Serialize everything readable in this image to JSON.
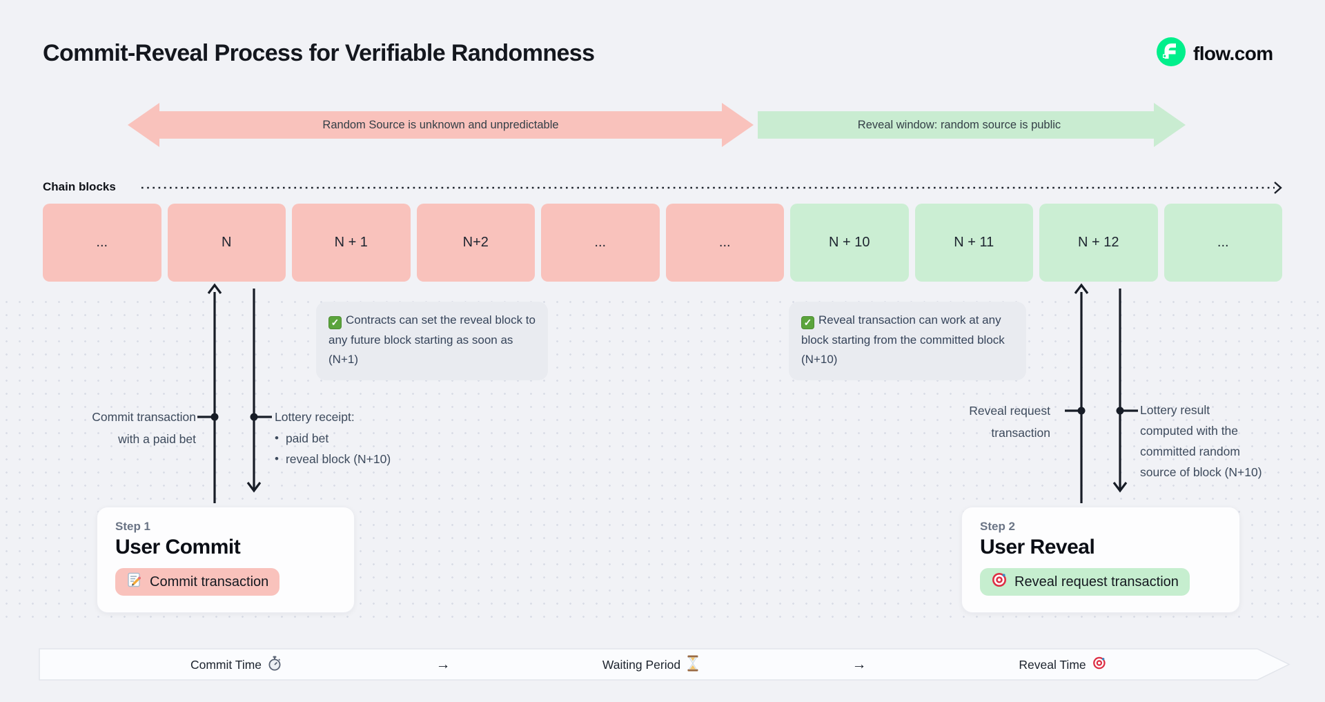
{
  "header": {
    "title": "Commit-Reveal Process for Verifiable Randomness",
    "brand": "flow.com"
  },
  "banners": {
    "unknown_label": "Random Source is unknown and unpredictable",
    "reveal_label": "Reveal window: random source is public"
  },
  "chain": {
    "label": "Chain blocks",
    "blocks": [
      {
        "label": "...",
        "tone": "pink"
      },
      {
        "label": "N",
        "tone": "pink"
      },
      {
        "label": "N + 1",
        "tone": "pink"
      },
      {
        "label": "N+2",
        "tone": "pink"
      },
      {
        "label": "...",
        "tone": "pink"
      },
      {
        "label": "...",
        "tone": "pink"
      },
      {
        "label": "N + 10",
        "tone": "green"
      },
      {
        "label": "N + 11",
        "tone": "green"
      },
      {
        "label": "N + 12",
        "tone": "green"
      },
      {
        "label": "...",
        "tone": "green"
      }
    ]
  },
  "notes": {
    "left": {
      "icon": "check-icon",
      "text": "Contracts can set the reveal block to any future block starting as soon as (N+1)"
    },
    "right": {
      "icon": "check-icon",
      "text": "Reveal transaction can work at any block starting from the committed block (N+10)"
    }
  },
  "annotations": {
    "commit": {
      "line1": "Commit transaction",
      "line2": "with a paid bet"
    },
    "receipt": {
      "title": "Lottery receipt:",
      "bullets": [
        "paid bet",
        "reveal block (N+10)"
      ]
    },
    "reveal": {
      "line1": "Reveal request",
      "line2": "transaction"
    },
    "result": {
      "lines": [
        "Lottery result",
        "computed with the",
        "committed random",
        "source of block (N+10)"
      ]
    }
  },
  "steps": {
    "one": {
      "kicker": "Step 1",
      "title": "User Commit",
      "pill_label": "Commit transaction",
      "pill_icon": "memo-icon",
      "tone": "pink"
    },
    "two": {
      "kicker": "Step 2",
      "title": "User Reveal",
      "pill_label": "Reveal request transaction",
      "pill_icon": "target-icon",
      "tone": "green"
    }
  },
  "timeline": {
    "items": [
      {
        "label": "Commit Time",
        "icon": "stopwatch-icon"
      },
      {
        "label": "→",
        "icon": "arrow-right"
      },
      {
        "label": "Waiting Period",
        "icon": "hourglass-icon"
      },
      {
        "label": "→",
        "icon": "arrow-right"
      },
      {
        "label": "Reveal Time",
        "icon": "target-icon"
      }
    ]
  },
  "glyphs": {
    "check": "✓",
    "bullet": "•"
  },
  "icon_emoji": {
    "check-icon": "✅",
    "memo-icon": "📝",
    "target-icon": "🎯",
    "stopwatch-icon": "⏱",
    "hourglass-icon": "⏳"
  },
  "colors": {
    "background": "#F1F2F6",
    "pink": "#F9C2BC",
    "green": "#C9ECD1",
    "flow_green": "#00EF8B",
    "note_bg": "#E9EBF0",
    "text_dark": "#14171E",
    "label_slate": "#3D4A5C",
    "line_black": "#171C26"
  }
}
